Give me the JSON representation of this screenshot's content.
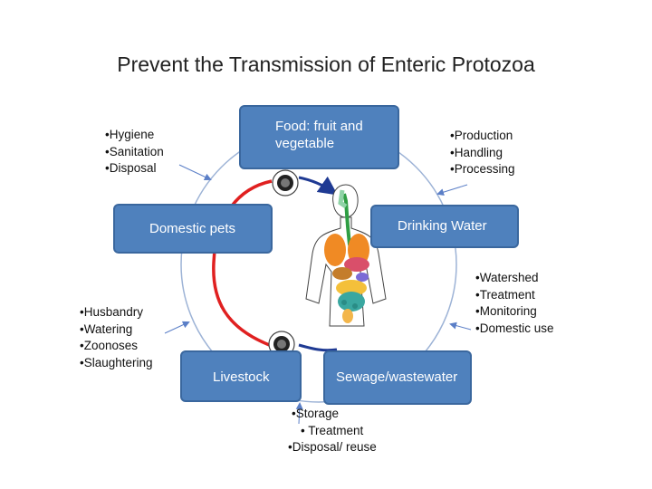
{
  "title": "Prevent the Transmission of Enteric Protozoa",
  "boxes": {
    "food": "Food: fruit and vegetable",
    "water": "Drinking Water",
    "pets": "Domestic pets",
    "livestock": "Livestock",
    "sewage": "Sewage/wastewater"
  },
  "lists": {
    "hygiene": [
      "•Hygiene",
      "•Sanitation",
      "•Disposal"
    ],
    "production": [
      "•Production",
      "•Handling",
      "•Processing"
    ],
    "watershed": [
      "•Watershed",
      "•Treatment",
      "•Monitoring",
      "•Domestic use"
    ],
    "husbandry": [
      "•Husbandry",
      "•Watering",
      "•Zoonoses",
      "•Slaughtering"
    ],
    "storage": [
      "•Storage",
      "• Treatment",
      "•Disposal/ reuse"
    ]
  },
  "colors": {
    "box_fill": "#4f81bd",
    "red_arrow": "#e02020",
    "navy_arrow": "#1f3a93",
    "cycle_line": "#9db3d6"
  }
}
